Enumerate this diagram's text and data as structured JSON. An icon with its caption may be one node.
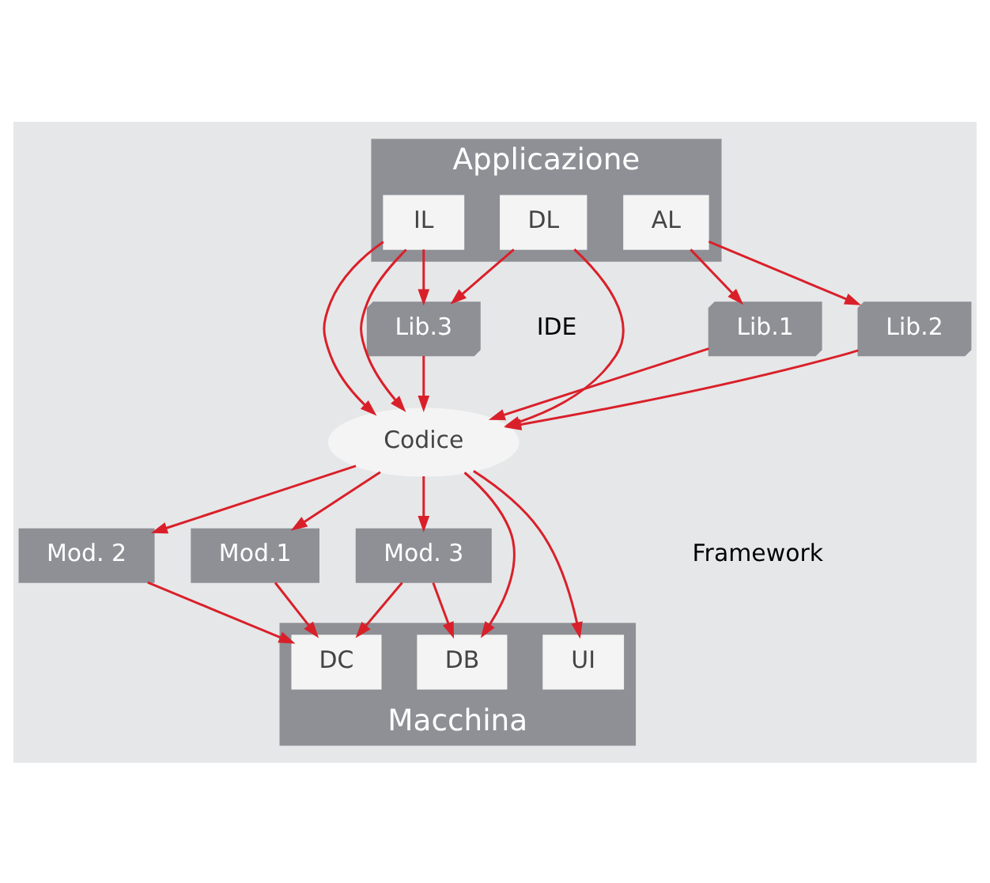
{
  "diagram": {
    "nodes": [
      {
        "text": [
          "Applicazione"
        ]
      },
      {
        "text": [
          "IL"
        ],
        "in": 0
      },
      {
        "text": [
          "AL"
        ],
        "in": 0
      },
      {
        "text": [
          "DL"
        ],
        "in": 0
      },
      {
        "text": [
          "Lib.1"
        ]
      },
      {
        "text": [
          "Lib.2"
        ]
      },
      {
        "text": [
          "Lib.3"
        ]
      },
      {
        "text": [
          "Codice"
        ]
      },
      {
        "text": [
          "Mod.1"
        ]
      },
      {
        "text": [
          "Mod. 2"
        ]
      },
      {
        "text": [
          "Mod. 3"
        ]
      },
      {
        "text": [
          "Macchina"
        ]
      },
      {
        "text": [
          "UI"
        ],
        "in": 11
      },
      {
        "text": [
          "DC"
        ],
        "in": 11
      },
      {
        "text": [
          "DB"
        ],
        "in": 11
      }
    ],
    "edges": [
      {
        "from": 1,
        "to": 7,
        "arrow": "to"
      },
      {
        "from": 1,
        "to": 7,
        "arrow": "to"
      },
      {
        "from": 1,
        "to": 6,
        "arrow": "to"
      },
      {
        "from": 2,
        "to": 4,
        "arrow": "to"
      },
      {
        "from": 2,
        "to": 5,
        "arrow": "to"
      },
      {
        "from": 3,
        "to": 7,
        "arrow": "to"
      },
      {
        "from": 3,
        "to": 6,
        "arrow": "to"
      },
      {
        "from": 4,
        "to": 7,
        "arrow": "to"
      },
      {
        "from": 5,
        "to": 7,
        "arrow": "to"
      },
      {
        "from": 6,
        "to": 7,
        "arrow": "to"
      },
      {
        "from": 7,
        "to": 8,
        "arrow": "to"
      },
      {
        "from": 7,
        "to": 9,
        "arrow": "to"
      },
      {
        "from": 7,
        "to": 10,
        "arrow": "to"
      },
      {
        "from": 7,
        "to": 12,
        "arrow": "to"
      },
      {
        "from": 7,
        "to": 14,
        "arrow": "to"
      },
      {
        "from": 8,
        "to": 13,
        "arrow": "to"
      },
      {
        "from": 9,
        "to": 13,
        "arrow": "to"
      },
      {
        "from": 10,
        "to": 13,
        "arrow": "to"
      },
      {
        "from": 10,
        "to": 14,
        "arrow": "to"
      }
    ],
    "labels": [
      "IDE",
      "Framework"
    ]
  }
}
